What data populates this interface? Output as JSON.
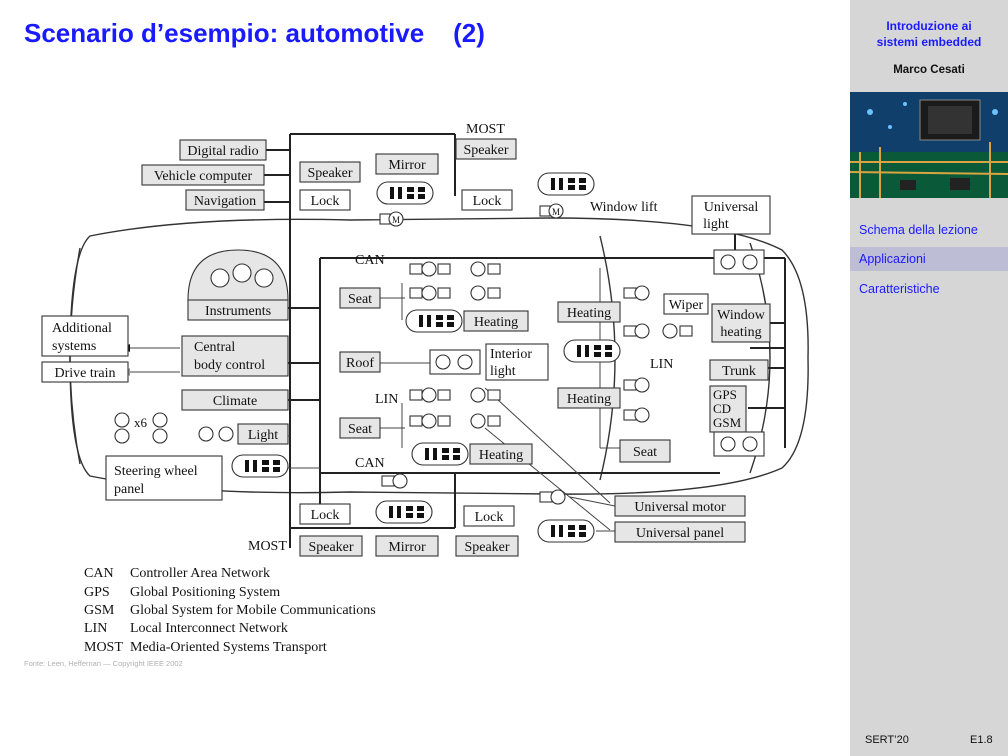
{
  "slide": {
    "title": "Scenario d’esempio: automotive    (2)",
    "source": "Fonte: Leen, Heffernan — Copyright IEEE 2002"
  },
  "sidebar": {
    "course_title_line1": "Introduzione ai",
    "course_title_line2": "sistemi embedded",
    "author": "Marco Cesati",
    "nav": [
      {
        "label": "Schema della lezione",
        "active": false
      },
      {
        "label": "Applicazioni",
        "active": true
      },
      {
        "label": "Caratteristiche",
        "active": false
      }
    ],
    "footer_left": "SERT’20",
    "footer_right": "E1.8"
  },
  "diagram": {
    "labels": {
      "most_top": "MOST",
      "most_bottom": "MOST",
      "can_top": "CAN",
      "can_bottom": "CAN",
      "lin_left": "LIN",
      "lin_right": "LIN",
      "window_lift": "Window lift",
      "x6": "x6"
    },
    "boxes": {
      "digital_radio": "Digital radio",
      "vehicle_computer": "Vehicle computer",
      "navigation": "Navigation",
      "speaker_top_left": "Speaker",
      "mirror_top": "Mirror",
      "speaker_top_right": "Speaker",
      "lock_top_left": "Lock",
      "lock_top_right": "Lock",
      "universal_light_1": "Universal",
      "universal_light_2": "light",
      "instruments": "Instruments",
      "seat_upper": "Seat",
      "heating_seat": "Heating",
      "additional_1": "Additional",
      "additional_2": "systems",
      "central_1": "Central",
      "central_2": "body control",
      "roof": "Roof",
      "interior_1": "Interior",
      "interior_2": "light",
      "drive_train": "Drive train",
      "climate": "Climate",
      "light": "Light",
      "seat_lower": "Seat",
      "heating_lower": "Heating",
      "steering_1": "Steering wheel",
      "steering_2": "panel",
      "heating_right_top": "Heating",
      "wiper": "Wiper",
      "window_heating_1": "Window",
      "window_heating_2": "heating",
      "trunk": "Trunk",
      "heating_right_mid": "Heating",
      "gps": "GPS",
      "cd": "CD",
      "gsm": "GSM",
      "seat_right": "Seat",
      "lock_bottom_left": "Lock",
      "lock_bottom_right": "Lock",
      "universal_motor": "Universal motor",
      "universal_panel": "Universal panel",
      "speaker_bottom_left": "Speaker",
      "mirror_bottom": "Mirror",
      "speaker_bottom_right": "Speaker"
    },
    "legend": [
      {
        "abbr": "CAN",
        "desc": "Controller Area Network"
      },
      {
        "abbr": "GPS",
        "desc": "Global Positioning System"
      },
      {
        "abbr": "GSM",
        "desc": "Global System for Mobile Communications"
      },
      {
        "abbr": "LIN",
        "desc": "Local Interconnect Network"
      },
      {
        "abbr": "MOST",
        "desc": "Media-Oriented Systems Transport"
      }
    ]
  }
}
